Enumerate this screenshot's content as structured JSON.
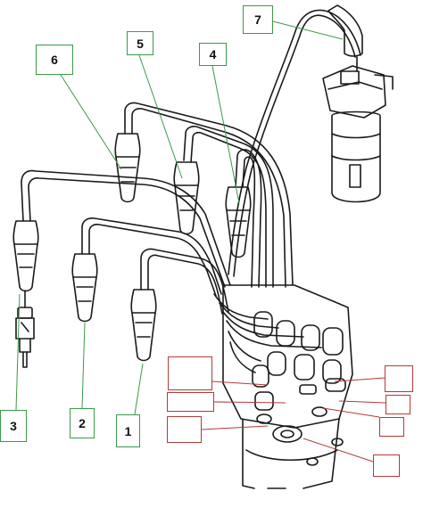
{
  "colors": {
    "ink": "#1a1a1a",
    "callout_green": "#3a9a4a",
    "callout_red": "#b33a3a"
  },
  "labels": {
    "l1": "1",
    "l2": "2",
    "l3": "3",
    "l4": "4",
    "l5": "5",
    "l6": "6",
    "l7": "7"
  },
  "answer_boxes": {
    "a": "",
    "b": "",
    "c": "",
    "d": "",
    "e": "",
    "f": "",
    "g": ""
  }
}
